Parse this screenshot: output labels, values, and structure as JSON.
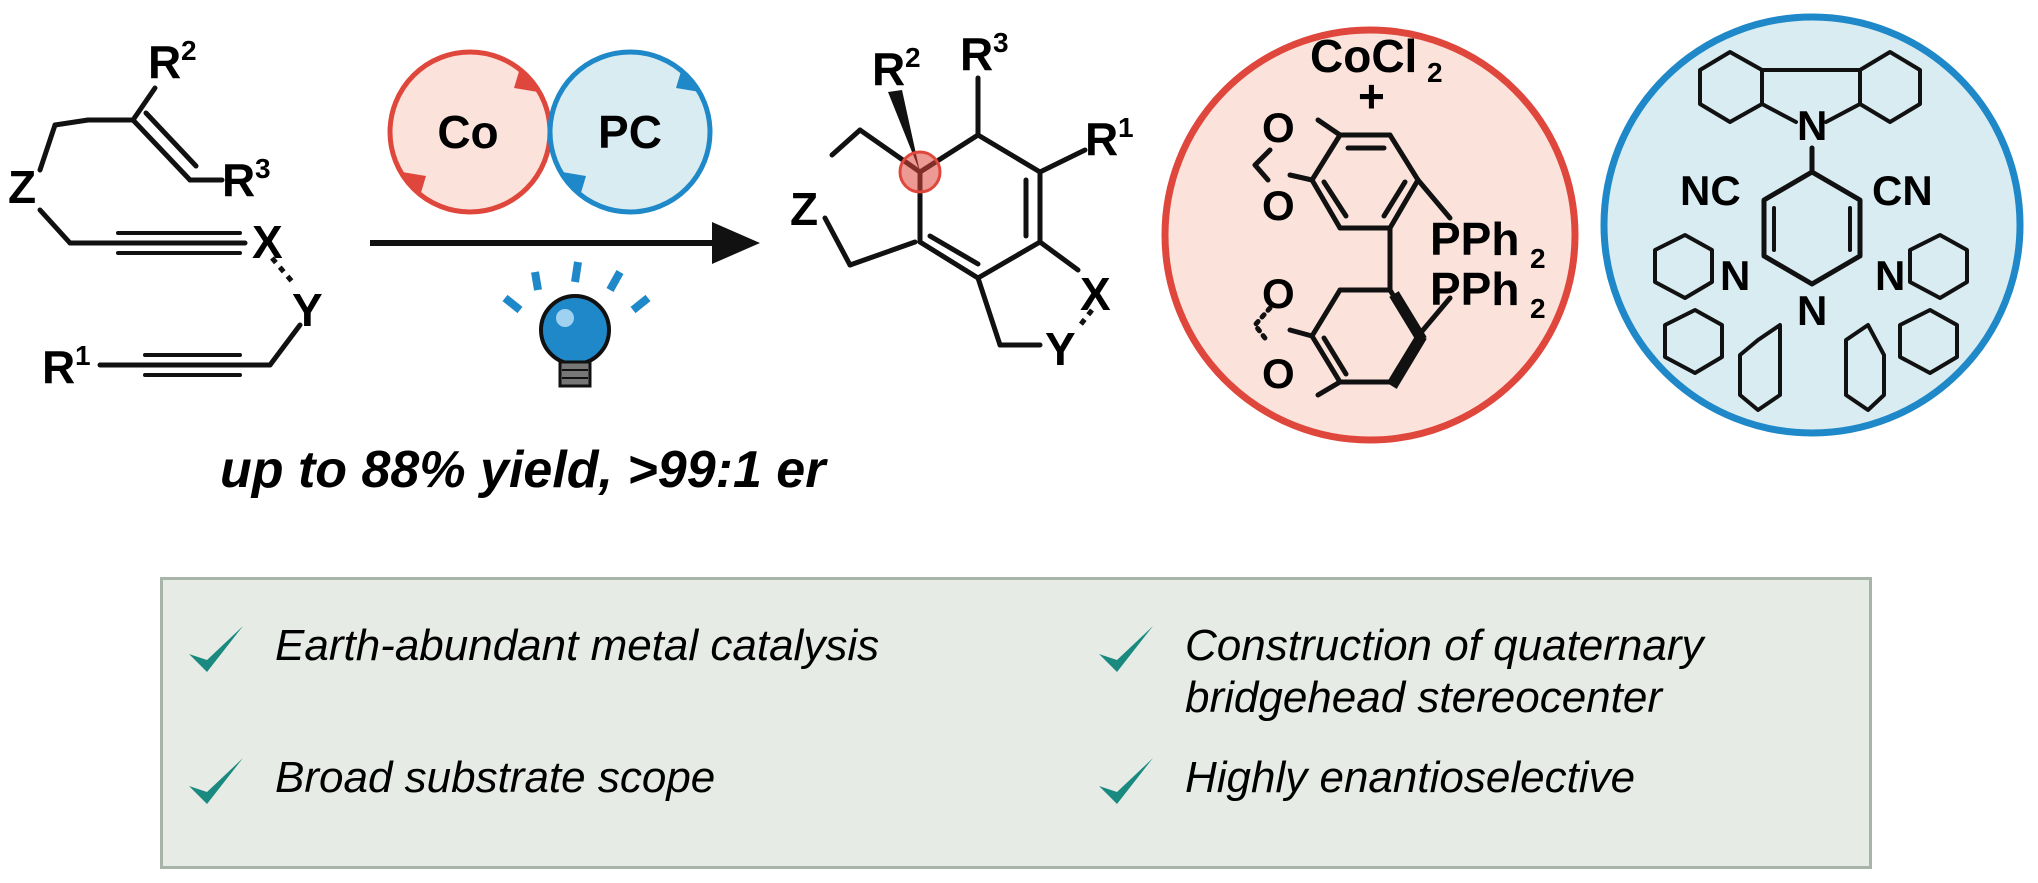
{
  "scheme": {
    "reactant": {
      "z": "Z",
      "x": "X",
      "y": "Y",
      "r1": "R",
      "r1_sup": "1",
      "r2": "R",
      "r2_sup": "2",
      "r3": "R",
      "r3_sup": "3"
    },
    "catalysis": {
      "co_label": "Co",
      "pc_label": "PC"
    },
    "product": {
      "z": "Z",
      "x": "X",
      "y": "Y",
      "r1": "R",
      "r1_sup": "1",
      "r2": "R",
      "r2_sup": "2",
      "r3": "R",
      "r3_sup": "3"
    },
    "cobalt_catalyst": {
      "salt": "CoCl",
      "salt_sub": "2",
      "plus": "+",
      "o_labels": [
        "O",
        "O",
        "O",
        "O"
      ],
      "pph2_label": "PPh",
      "pph2_sub": "2"
    },
    "photocatalyst": {
      "nc_left": "NC",
      "cn_right": "CN",
      "n_labels": [
        "N",
        "N",
        "N",
        "N"
      ]
    },
    "colors": {
      "cobalt_red": "#e0473c",
      "cobalt_fill": "#fbe3dc",
      "pc_blue": "#1f88c8",
      "pc_fill": "#d8ecf2",
      "check_teal": "#1a8a80",
      "box_fill": "#e6ebe6"
    }
  },
  "summary": {
    "yield": "up to 88% yield, >99:1 er"
  },
  "features": [
    {
      "lines": [
        "Earth-abundant metal catalysis"
      ]
    },
    {
      "lines": [
        "Construction of quaternary",
        "bridgehead stereocenter"
      ]
    },
    {
      "lines": [
        "Broad substrate scope"
      ]
    },
    {
      "lines": [
        "Highly enantioselective"
      ]
    }
  ]
}
